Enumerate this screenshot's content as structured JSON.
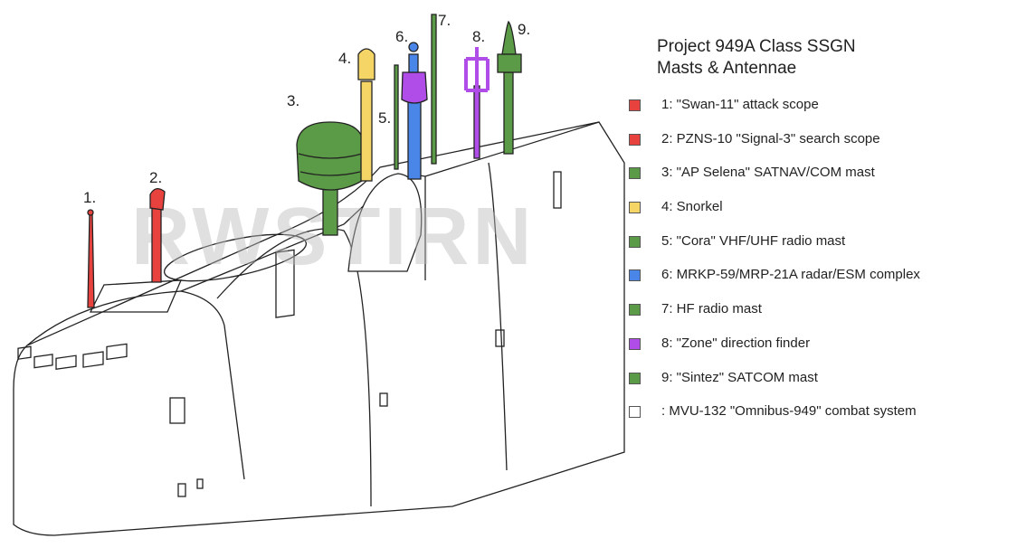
{
  "title": {
    "line1": "Project 949A Class SSGN",
    "line2": "Masts & Antennae"
  },
  "watermark": "RWSTIRN",
  "mast_labels": [
    "1.",
    "2.",
    "3.",
    "4.",
    "5.",
    "6.",
    "7.",
    "8.",
    "9."
  ],
  "colors": {
    "red": "#e8423f",
    "green": "#5b9a46",
    "yellow": "#f4d566",
    "blue": "#4a86e8",
    "purple": "#b04de8",
    "white": "#ffffff"
  },
  "legend": [
    {
      "text": "1: \"Swan-11\" attack scope",
      "color": "#e8423f"
    },
    {
      "text": "2: PZNS-10 \"Signal-3\" search scope",
      "color": "#e8423f"
    },
    {
      "text": "3: \"AP Selena\" SATNAV/COM mast",
      "color": "#5b9a46"
    },
    {
      "text": "4: Snorkel",
      "color": "#f4d566"
    },
    {
      "text": "5: \"Cora\" VHF/UHF radio mast",
      "color": "#5b9a46"
    },
    {
      "text": "6: MRKP-59/MRP-21A radar/ESM complex",
      "color": "#4a86e8"
    },
    {
      "text": "7: HF radio mast",
      "color": "#5b9a46"
    },
    {
      "text": "8: \"Zone\" direction finder",
      "color": "#b04de8"
    },
    {
      "text": "9: \"Sintez\" SATCOM mast",
      "color": "#5b9a46"
    },
    {
      "text": ": MVU-132 \"Omnibus-949\" combat system",
      "color": "#ffffff"
    }
  ]
}
